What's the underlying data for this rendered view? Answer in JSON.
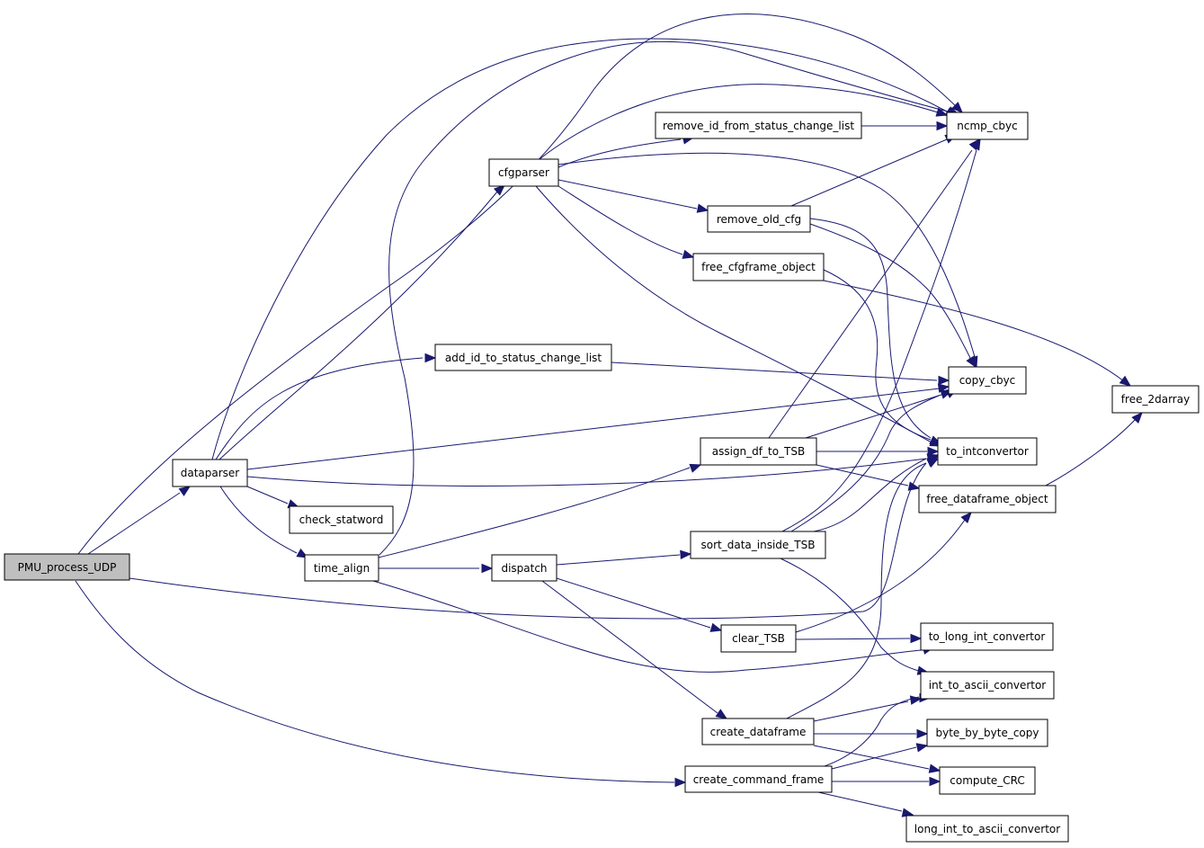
{
  "graph": {
    "edge_color": "#191970",
    "root_fill": "#bfbfbf",
    "nodes": {
      "pmu": "PMU_process_UDP",
      "dataparser": "dataparser",
      "cfgparser": "cfgparser",
      "add_id": "add_id_to_status_change_list",
      "check_statword": "check_statword",
      "time_align": "time_align",
      "dispatch": "dispatch",
      "remove_id": "remove_id_from_status_change_list",
      "remove_old_cfg": "remove_old_cfg",
      "free_cfgframe": "free_cfgframe_object",
      "assign_df": "assign_df_to_TSB",
      "sort_data": "sort_data_inside_TSB",
      "clear_tsb": "clear_TSB",
      "create_dataframe": "create_dataframe",
      "create_command": "create_command_frame",
      "ncmp": "ncmp_cbyc",
      "copy": "copy_cbyc",
      "to_int": "to_intconvertor",
      "free_dataframe": "free_dataframe_object",
      "to_long_int": "to_long_int_convertor",
      "int_ascii": "int_to_ascii_convertor",
      "byte_copy": "byte_by_byte_copy",
      "crc": "compute_CRC",
      "long_ascii": "long_int_to_ascii_convertor",
      "free_2d": "free_2darray"
    }
  }
}
